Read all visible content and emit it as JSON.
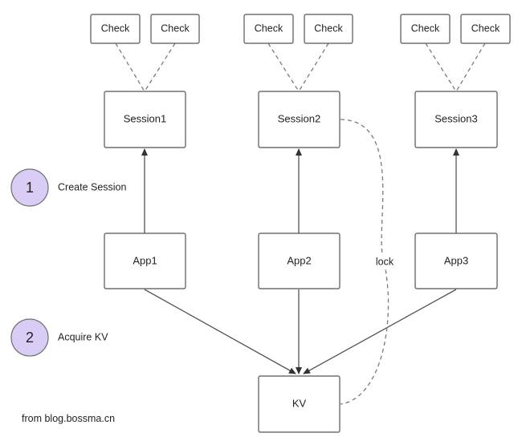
{
  "nodes": {
    "check_label": "Check",
    "session1": "Session1",
    "session2": "Session2",
    "session3": "Session3",
    "app1": "App1",
    "app2": "App2",
    "app3": "App3",
    "kv": "KV"
  },
  "steps": [
    {
      "number": "1",
      "label": "Create Session"
    },
    {
      "number": "2",
      "label": "Acquire KV"
    }
  ],
  "edge_labels": {
    "lock": "lock"
  },
  "credit": "from blog.bossma.cn",
  "colors": {
    "step_circle_fill": "#D9CCF5",
    "step_circle_stroke": "#6E6E6E",
    "box_stroke": "#555555",
    "arrow": "#555555",
    "dashed": "#7A7A7A"
  }
}
